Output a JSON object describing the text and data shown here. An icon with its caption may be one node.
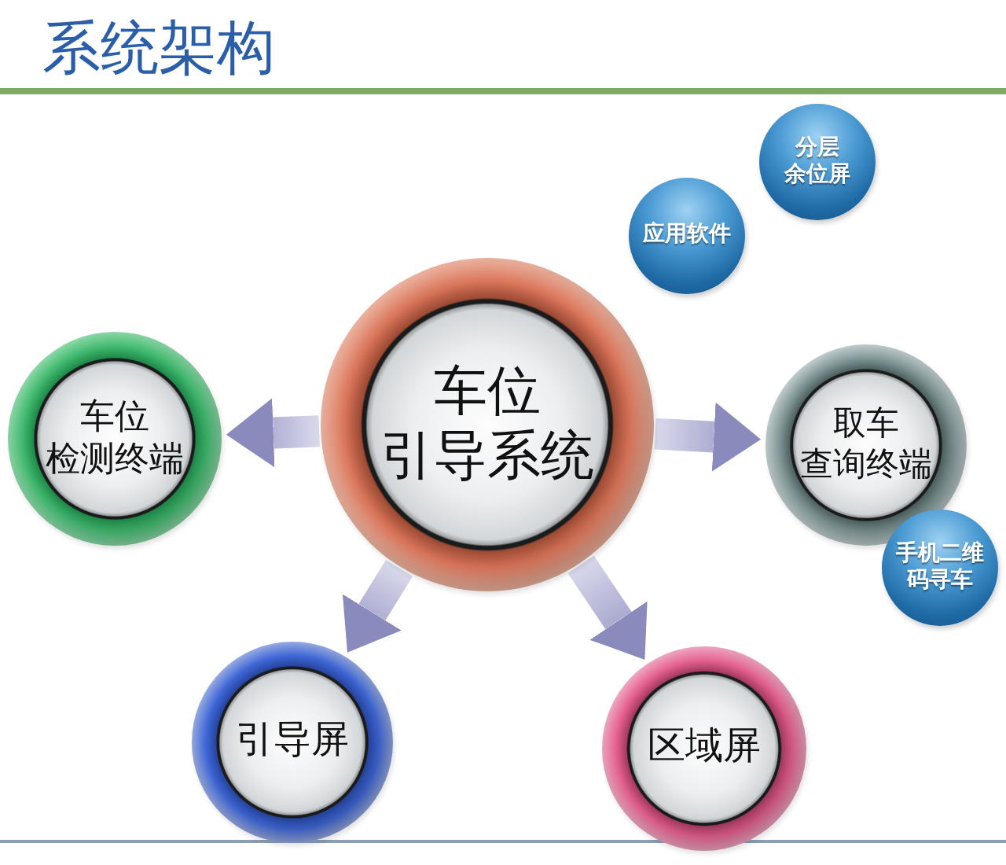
{
  "diagram": {
    "title": "系统架构",
    "nodes": [
      {
        "text": [
          "车位引导系统"
        ]
      },
      {
        "text": [
          "车位检测终端"
        ]
      },
      {
        "text": [
          "取车查询终端"
        ]
      },
      {
        "text": [
          "引导屏"
        ]
      },
      {
        "text": [
          "区域屏"
        ]
      },
      {
        "text": [
          "应用软件"
        ]
      },
      {
        "text": [
          "分层余位屏"
        ]
      },
      {
        "text": [
          "手机二维码寻车"
        ]
      }
    ],
    "edges": [
      {
        "from": 0,
        "to": 1,
        "arrow": "to"
      },
      {
        "from": 0,
        "to": 2,
        "arrow": "to"
      },
      {
        "from": 0,
        "to": 3,
        "arrow": "to"
      },
      {
        "from": 0,
        "to": 4,
        "arrow": "to"
      }
    ]
  }
}
